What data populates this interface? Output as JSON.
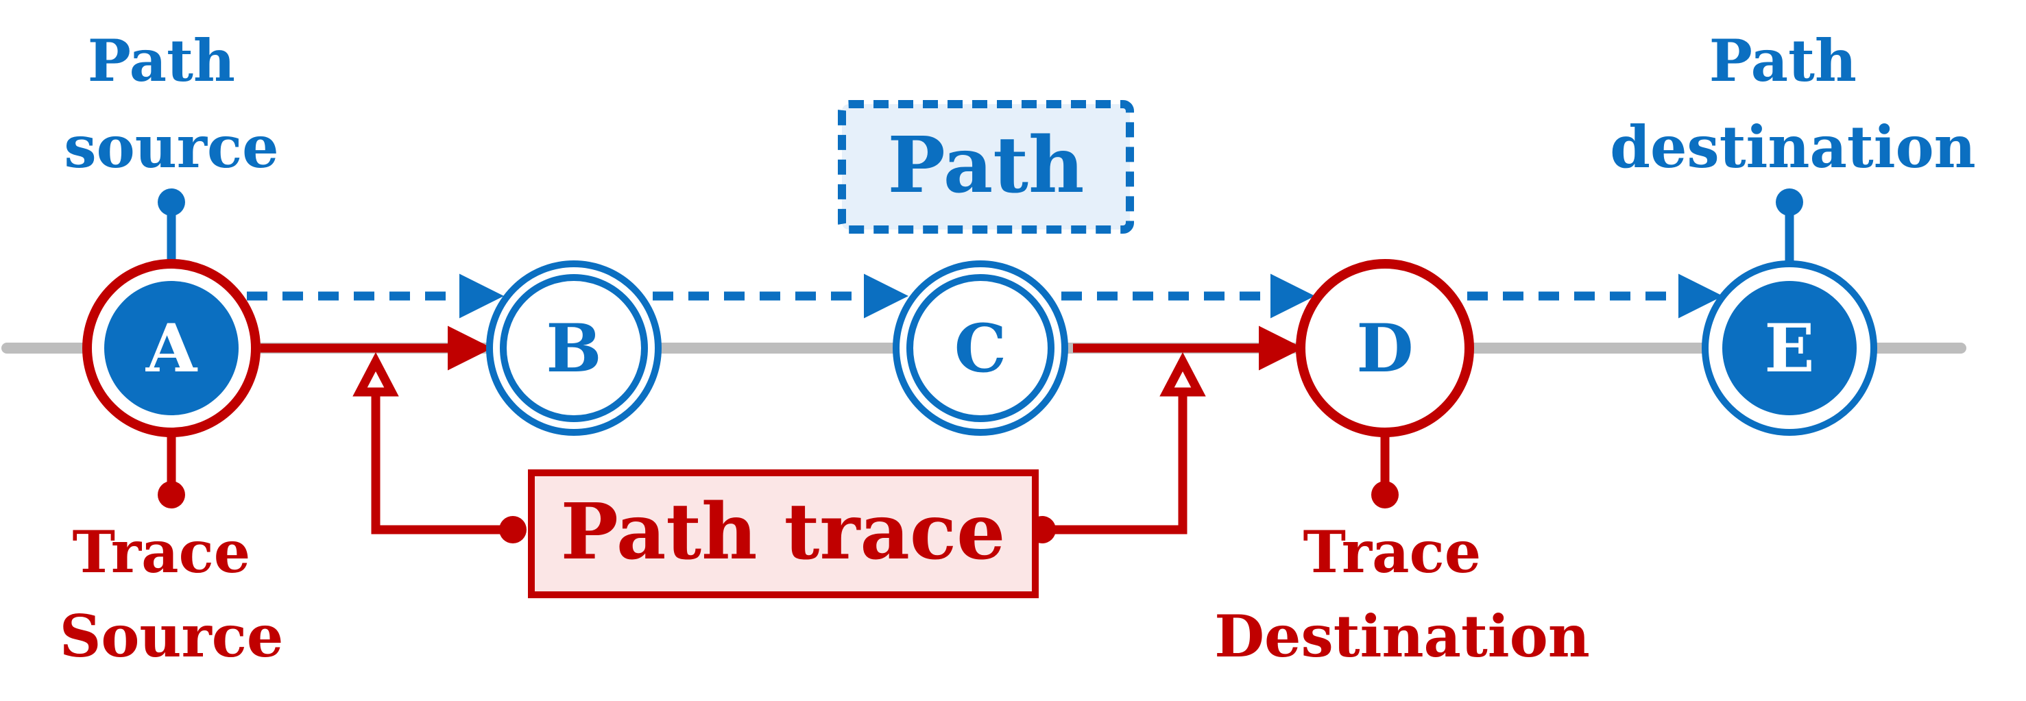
{
  "labels": {
    "path_source": [
      "Path",
      "source"
    ],
    "path_destination": [
      "Path",
      "destination"
    ],
    "trace_source": [
      "Trace",
      "Source"
    ],
    "trace_destination": [
      "Trace",
      "Destination"
    ],
    "path_box": "Path",
    "path_trace_box": "Path trace"
  },
  "nodes": [
    {
      "id": "A",
      "label": "A"
    },
    {
      "id": "B",
      "label": "B"
    },
    {
      "id": "C",
      "label": "C"
    },
    {
      "id": "D",
      "label": "D"
    },
    {
      "id": "E",
      "label": "E"
    }
  ],
  "colors": {
    "blue": "#0b6fc1",
    "red": "#c00000",
    "gray": "#bdbdbd",
    "blue_fill": "#e6f0fa",
    "red_fill": "#fbe6e6"
  }
}
